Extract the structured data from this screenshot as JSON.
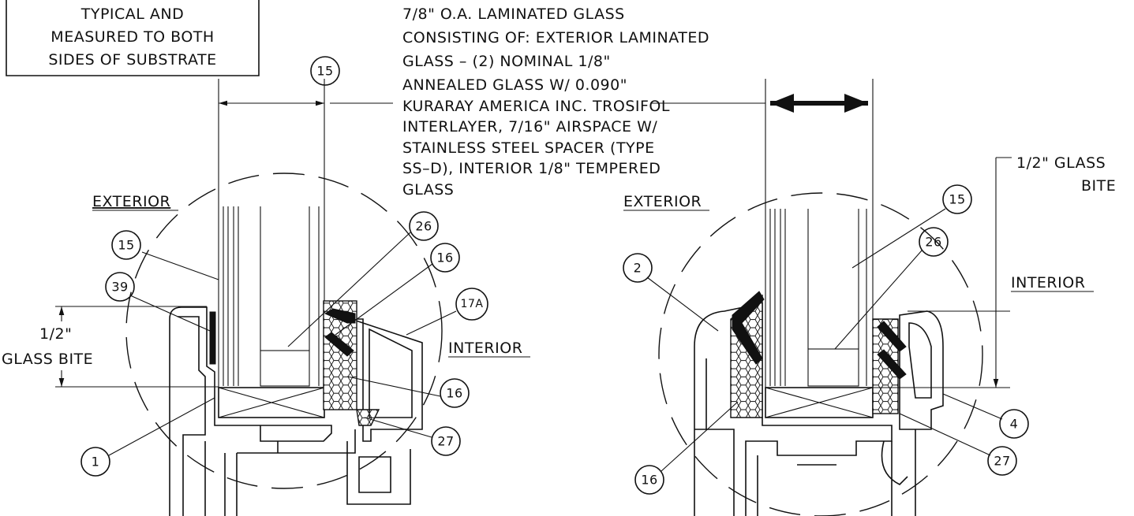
{
  "note_box": {
    "lines": [
      "TYPICAL AND",
      "MEASURED TO BOTH",
      "SIDES OF SUBSTRATE"
    ]
  },
  "glass_note": {
    "lines": [
      "7/8\" O.A. LAMINATED GLASS",
      "CONSISTING OF: EXTERIOR LAMINATED",
      "GLASS – (2) NOMINAL 1/8\"",
      "ANNEALED GLASS W/ 0.090\"",
      "KURARAY AMERICA INC. TROSIFOL",
      "INTERLAYER, 7/16\" AIRSPACE W/",
      "STAINLESS STEEL SPACER (TYPE",
      "SS–D), INTERIOR 1/8\" TEMPERED",
      "GLASS"
    ]
  },
  "left_detail": {
    "exterior_label": "EXTERIOR",
    "interior_label": "INTERIOR",
    "bite_label": [
      "1/2\"",
      "GLASS BITE"
    ],
    "callouts": {
      "top_15": "15",
      "c15": "15",
      "c39": "39",
      "c26": "26",
      "c16a": "16",
      "c17a": "17A",
      "c16b": "16",
      "c1": "1",
      "c27": "27"
    }
  },
  "right_detail": {
    "exterior_label": "EXTERIOR",
    "interior_label": "INTERIOR",
    "bite_label": [
      "1/2\" GLASS",
      "BITE"
    ],
    "callouts": {
      "c15": "15",
      "c26": "26",
      "c2": "2",
      "c16": "16",
      "c4": "4",
      "c27": "27"
    }
  }
}
